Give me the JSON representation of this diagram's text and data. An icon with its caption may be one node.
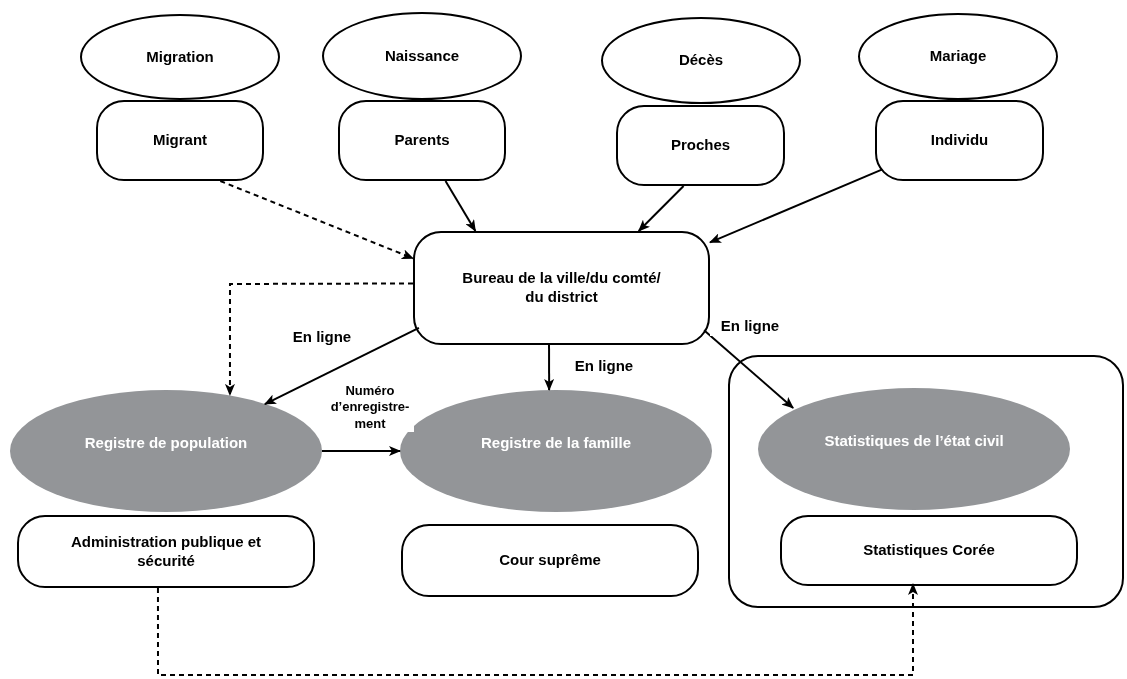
{
  "diagram": {
    "nodes": [
      {
        "text": [
          "Migration"
        ]
      },
      {
        "text": [
          "Naissance"
        ]
      },
      {
        "text": [
          "Décès"
        ]
      },
      {
        "text": [
          "Mariage"
        ]
      },
      {
        "text": [
          "Migrant"
        ]
      },
      {
        "text": [
          "Parents"
        ]
      },
      {
        "text": [
          "Proches"
        ]
      },
      {
        "text": [
          "Individu"
        ]
      },
      {
        "text": [
          "Bureau de la ville/du comté/ du district"
        ]
      },
      {
        "text": [],
        "shape": "box"
      },
      {
        "text": [
          "Registre de population"
        ]
      },
      {
        "text": [
          "Registre de la famille"
        ]
      },
      {
        "text": [
          "Statistiques de l’état civil"
        ],
        "in": 9
      },
      {
        "text": [
          "Administration publique et sécurité"
        ]
      },
      {
        "text": [
          "Cour suprême"
        ]
      },
      {
        "text": [
          "Statistiques Corée"
        ],
        "in": 9
      }
    ],
    "edges": [
      {
        "from": 4,
        "to": 8,
        "arrow": "to",
        "style": "dashed"
      },
      {
        "from": 5,
        "to": 8,
        "arrow": "to"
      },
      {
        "from": 6,
        "to": 8,
        "arrow": "to"
      },
      {
        "from": 7,
        "to": 8,
        "arrow": "to"
      },
      {
        "from": 8,
        "to": 10,
        "arrow": "to",
        "style": "dashed"
      },
      {
        "from": 8,
        "to": 10,
        "arrow": "to",
        "label": "En ligne"
      },
      {
        "from": 8,
        "to": 11,
        "arrow": "to",
        "label": "En ligne"
      },
      {
        "from": 8,
        "to": 12,
        "arrow": "to",
        "label": "En ligne"
      },
      {
        "from": 10,
        "to": 11,
        "arrow": "to",
        "label": "Numéro d’enregistre-ment"
      },
      {
        "from": 13,
        "to": 15,
        "arrow": "to",
        "style": "dashed"
      }
    ]
  }
}
